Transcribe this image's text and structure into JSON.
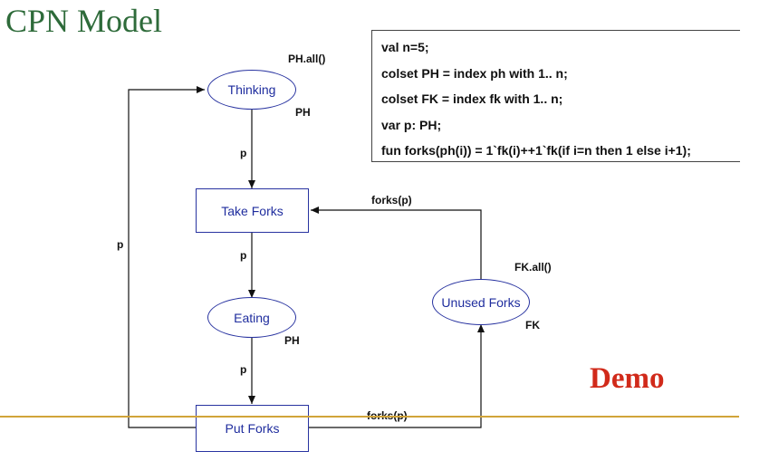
{
  "slide": {
    "title": "CPN Model",
    "demo": "Demo"
  },
  "code": [
    "val n=5;",
    "colset PH = index  ph with 1.. n;",
    "colset FK = index fk with 1.. n;",
    "var p: PH;",
    "fun forks(ph(i)) = 1`fk(i)++1`fk(if i=n then 1 else i+1);"
  ],
  "places": {
    "thinking": {
      "name": "Thinking",
      "init": "PH.all()",
      "type": "PH"
    },
    "eating": {
      "name": "Eating",
      "type": "PH"
    },
    "unused": {
      "name": "Unused Forks",
      "init": "FK.all()",
      "type": "FK"
    }
  },
  "transitions": {
    "take": "Take Forks",
    "put": "Put Forks"
  },
  "arcs": {
    "think_to_take": "p",
    "take_to_eat": "p",
    "eat_to_put": "p",
    "put_to_think": "p",
    "unused_to_take": "forks(p)",
    "put_to_unused": "forks(p)"
  }
}
